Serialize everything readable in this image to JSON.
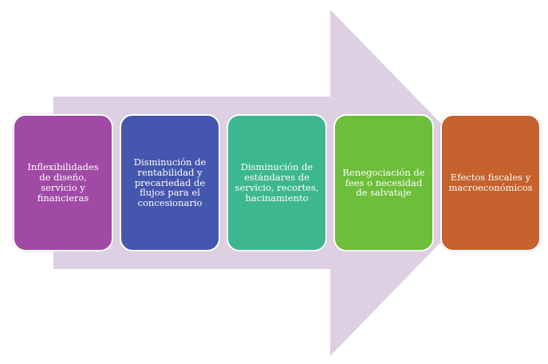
{
  "diagram": {
    "arrow_color": "#DDD0E2",
    "steps": [
      {
        "label": "Inflexibilidades de diseño, servicio y financieras",
        "color": "#A04AA6"
      },
      {
        "label": "Disminución de rentabilidad y precariedad de flujos para el concesionario",
        "color": "#4556AE"
      },
      {
        "label": "Disminución de estándares de servicio, recortes, hacinamiento",
        "color": "#3DB78F"
      },
      {
        "label": "Renegociación de fees o necesidad de salvataje",
        "color": "#6DBE3A"
      },
      {
        "label": "Efectos fiscales y macroeconómicos",
        "color": "#C5622D"
      }
    ]
  }
}
